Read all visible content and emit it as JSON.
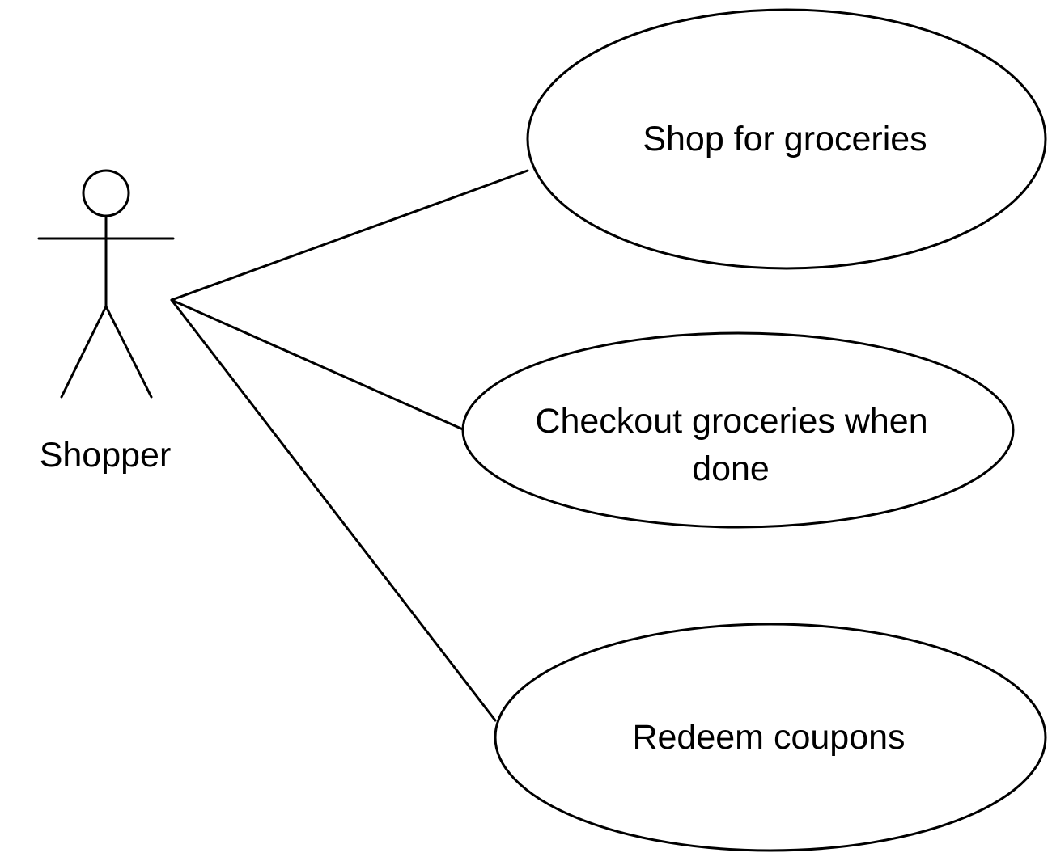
{
  "actor": {
    "name": "Shopper"
  },
  "use_cases": [
    {
      "lines": [
        "Shop for groceries"
      ]
    },
    {
      "lines": [
        "Checkout groceries when",
        "done"
      ]
    },
    {
      "lines": [
        "Redeem coupons"
      ]
    }
  ]
}
